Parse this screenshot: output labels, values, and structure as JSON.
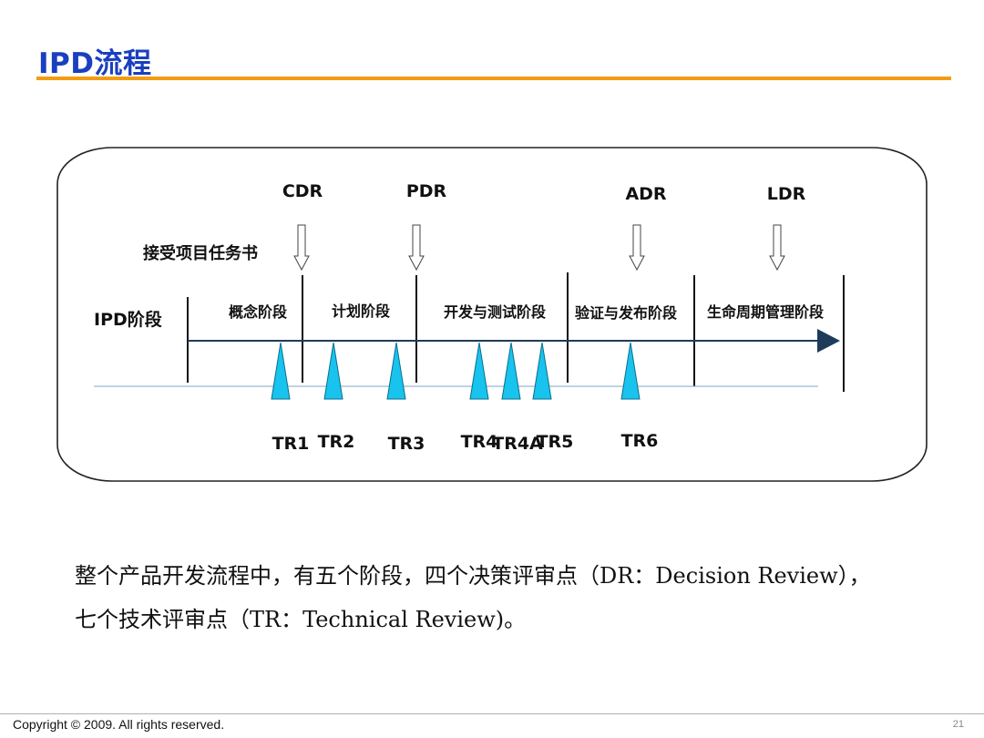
{
  "title": "IPD流程",
  "diagram": {
    "stage_row_label": "IPD阶段",
    "start_label": "接受项目任务书",
    "decision_points": [
      "CDR",
      "PDR",
      "ADR",
      "LDR"
    ],
    "phases": [
      "概念阶段",
      "计划阶段",
      "开发与测试阶段",
      "验证与发布阶段",
      "生命周期管理阶段"
    ],
    "tech_reviews": [
      "TR1",
      "TR2",
      "TR3",
      "TR4",
      "TR4A",
      "TR5",
      "TR6"
    ],
    "colors": {
      "review_marker": "#18c3ee",
      "timeline": "#1f3b5a",
      "title": "#1a3fbf",
      "title_rule": "#f39c12"
    }
  },
  "caption": {
    "line1": "整个产品开发流程中，有五个阶段，四个决策评审点（DR：Decision Review），",
    "line2": "七个技术评审点（TR：Technical Review)。"
  },
  "footer": {
    "copyright": "Copyright © 2009. All rights reserved.",
    "page_number": "21"
  }
}
